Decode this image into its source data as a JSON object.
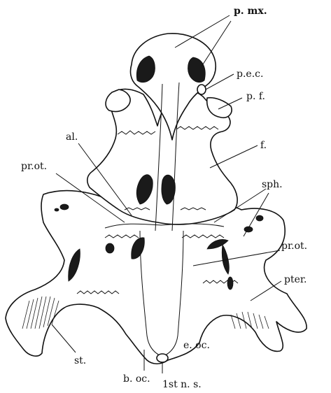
{
  "labels": {
    "pmx": "p. mx.",
    "pec": "p.e.c.",
    "pf": "p. f.",
    "al": "al.",
    "f": "f.",
    "protTop": "pr.ot.",
    "sph": "sph.",
    "protRight": "pr.ot.",
    "pter": "pter.",
    "st": "st.",
    "eoc": "e. oc.",
    "boc": "b. oc.",
    "ns": "1st n. s."
  }
}
